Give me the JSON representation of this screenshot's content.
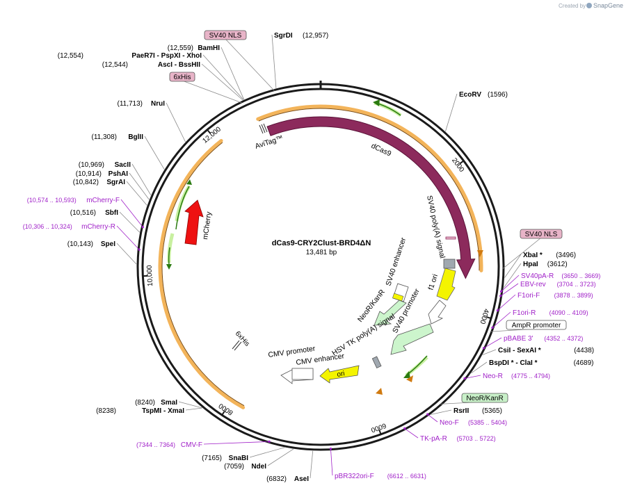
{
  "header": {
    "created_by": "Created by",
    "brand": "SnapGene"
  },
  "plasmid": {
    "name": "dCas9-CRY2Clust-BRD4ΔN",
    "size_label": "13,481 bp",
    "length": 13481
  },
  "colors": {
    "backbone": "#1a1a1a",
    "orange_band": "#f3b45a",
    "dcas9": "#8c2a5c",
    "mcherry": "#ee1111",
    "green_feature": "#b8f0b8",
    "yellow_feature": "#f4f400",
    "primer": "#a020c8",
    "nls_tag": "#e8b4c8",
    "neo_tag": "#c8f0c8"
  },
  "ticks": [
    {
      "bp": 0,
      "major": true
    },
    {
      "bp": 2000,
      "label": "2000"
    },
    {
      "bp": 4000,
      "label": "4000"
    },
    {
      "bp": 6000,
      "label": "6000"
    },
    {
      "bp": 8000,
      "label": "8000"
    },
    {
      "bp": 10000,
      "label": "10,000"
    },
    {
      "bp": 12000,
      "label": "12,000"
    }
  ],
  "sites_right": [
    {
      "name": "SgrDI",
      "pos": "(12,957)",
      "bp": 12957
    },
    {
      "name": "EcoRV",
      "pos": "(1596)",
      "bp": 1596
    },
    {
      "name": "XbaI *",
      "pos": "(3496)",
      "bp": 3496
    },
    {
      "name": "HpaI",
      "pos": "(3612)",
      "bp": 3612
    },
    {
      "name": "CsiI  -  SexAI *",
      "pos": "(4438)",
      "bp": 4438
    },
    {
      "name": "BspDI *  -  ClaI *",
      "pos": "(4689)",
      "bp": 4689
    },
    {
      "name": "RsrII",
      "pos": "(5365)",
      "bp": 5365
    }
  ],
  "sites_left": [
    {
      "name": "BamHI",
      "pos": "(12,559)",
      "bp": 12559
    },
    {
      "name": "PaeR7I   -  PspXI   -  XhoI",
      "pos": "(12,554)",
      "bp": 12554
    },
    {
      "name": "AscI   -  BssHII",
      "pos": "(12,544)",
      "bp": 12544
    },
    {
      "name": "NruI",
      "pos": "(11,713)",
      "bp": 11713
    },
    {
      "name": "BglII",
      "pos": "(11,308)",
      "bp": 11308
    },
    {
      "name": "SacII",
      "pos": "(10,969)",
      "bp": 10969
    },
    {
      "name": "PshAI",
      "pos": "(10,914)",
      "bp": 10914
    },
    {
      "name": "SgrAI",
      "pos": "(10,842)",
      "bp": 10842
    },
    {
      "name": "SbfI",
      "pos": "(10,516)",
      "bp": 10516
    },
    {
      "name": "SpeI",
      "pos": "(10,143)",
      "bp": 10143
    },
    {
      "name": "SmaI",
      "pos": "(8240)",
      "bp": 8240
    },
    {
      "name": "TspMI   -  XmaI",
      "pos": "(8238)",
      "bp": 8238
    },
    {
      "name": "SnaBI",
      "pos": "(7165)",
      "bp": 7165
    },
    {
      "name": "NdeI",
      "pos": "(7059)",
      "bp": 7059
    },
    {
      "name": "AseI",
      "pos": "(6832)",
      "bp": 6832
    }
  ],
  "primers": [
    {
      "name": "SV40pA-R",
      "pos": "(3650 .. 3669)",
      "bp": 3660
    },
    {
      "name": "EBV-rev",
      "pos": "(3704 .. 3723)",
      "bp": 3714
    },
    {
      "name": "F1ori-F",
      "pos": "(3878 .. 3899)",
      "bp": 3888
    },
    {
      "name": "F1ori-R",
      "pos": "(4090 .. 4109)",
      "bp": 4100
    },
    {
      "name": "pBABE 3'",
      "pos": "(4352 .. 4372)",
      "bp": 4362
    },
    {
      "name": "Neo-R",
      "pos": "(4775 .. 4794)",
      "bp": 4785
    },
    {
      "name": "Neo-F",
      "pos": "(5385 .. 5404)",
      "bp": 5395
    },
    {
      "name": "TK-pA-R",
      "pos": "(5703 .. 5722)",
      "bp": 5713
    },
    {
      "name": "pBR322ori-F",
      "pos": "(6612 .. 6631)",
      "bp": 6622
    },
    {
      "name": "CMV-F",
      "pos": "(7344 .. 7364)",
      "bp": 7354
    },
    {
      "name": "mCherry-F",
      "pos": "(10,574 .. 10,593)",
      "bp": 10584
    },
    {
      "name": "mCherry-R",
      "pos": "(10,306 .. 10,324)",
      "bp": 10315
    }
  ],
  "boxed_labels": [
    {
      "name": "SV40 NLS",
      "bp": 12930,
      "kind": "nls"
    },
    {
      "name": "6xHis",
      "bp": 12520,
      "kind": "nls"
    },
    {
      "name": "SV40 NLS",
      "bp": 3390,
      "kind": "nls"
    },
    {
      "name": "AmpR promoter",
      "bp": 4150,
      "kind": "plain"
    },
    {
      "name": "NeoR/KanR",
      "bp": 5200,
      "kind": "neo"
    }
  ],
  "features": {
    "dcas9": "dCas9",
    "avitag": "AviTag™",
    "sv40_polya": "SV40 poly(A) signal",
    "f1_ori": "f1 ori",
    "sv40_promoter": "SV40 promoter",
    "neo_kan": "NeoR/KanR",
    "sv40_enhancer": "SV40 enhancer",
    "hsv_tk": "HSV TK poly(A) signal",
    "cmv_promoter": "CMV promoter",
    "cmv_enhancer": "CMV enhancer",
    "ori": "ori",
    "mcherry": "mCherry",
    "his_inner": "6xHis"
  }
}
